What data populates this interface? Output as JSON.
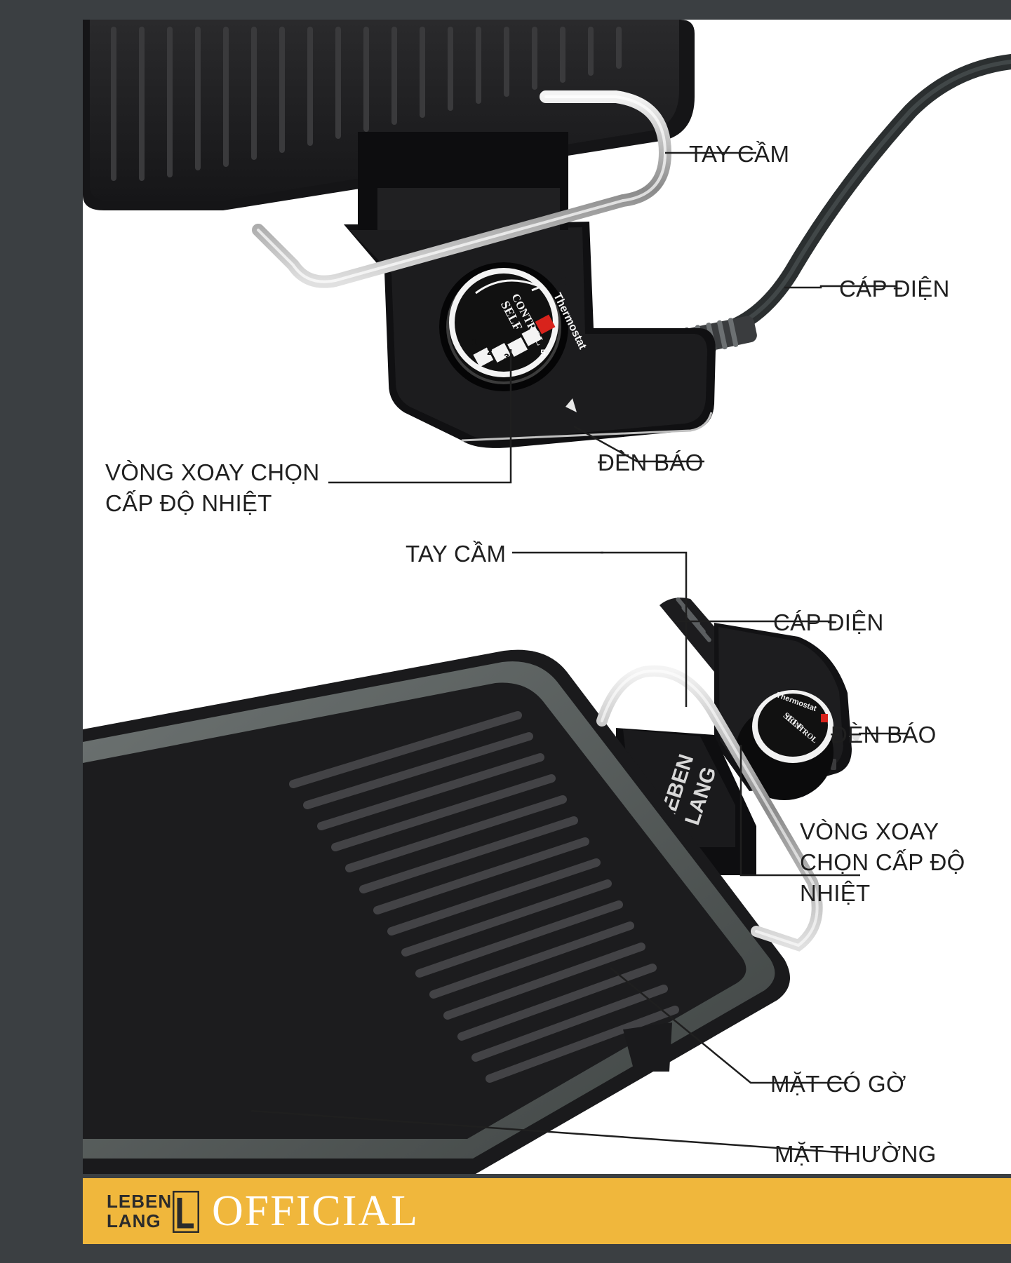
{
  "colors": {
    "page_background": "#3b3f42",
    "panel": "#ffffff",
    "footer": "#f0b73c",
    "grill": "#1e1e20",
    "knob_hot": "#d8231c"
  },
  "top_view": {
    "labels": {
      "handle": "TAY CẦM",
      "power_cable": "CÁP ĐIỆN",
      "indicator_light": "ĐÈN BÁO",
      "temperature_dial_line1": "VÒNG XOAY CHỌN",
      "temperature_dial_line2": "CẤP ĐỘ NHIỆT"
    },
    "knob": {
      "text_line1": "SELF",
      "text_line2": "CONTROL",
      "thermostat": "Thermostat",
      "zero": "0",
      "levels": [
        "1",
        "2",
        "3",
        "4",
        "5"
      ]
    }
  },
  "side_view": {
    "labels": {
      "handle": "TAY CẦM",
      "power_cable": "CÁP ĐIỆN",
      "indicator_light": "ĐÈN BÁO",
      "temperature_dial_line1": "VÒNG XOAY",
      "temperature_dial_line2": "CHỌN CẤP ĐỘ",
      "temperature_dial_line3": "NHIỆT",
      "ridged_surface": "MẶT CÓ GỜ",
      "flat_surface": "MẶT THƯỜNG"
    },
    "knob": {
      "text_line1": "SELF",
      "text_line2": "CONTROL",
      "thermostat": "Thermostat"
    },
    "plate_brand_line1": "LEBEN",
    "plate_brand_line2": "LANG"
  },
  "footer": {
    "logo_line1": "LEBEN",
    "logo_line2": "LANG",
    "official": "OFFICIAL"
  }
}
